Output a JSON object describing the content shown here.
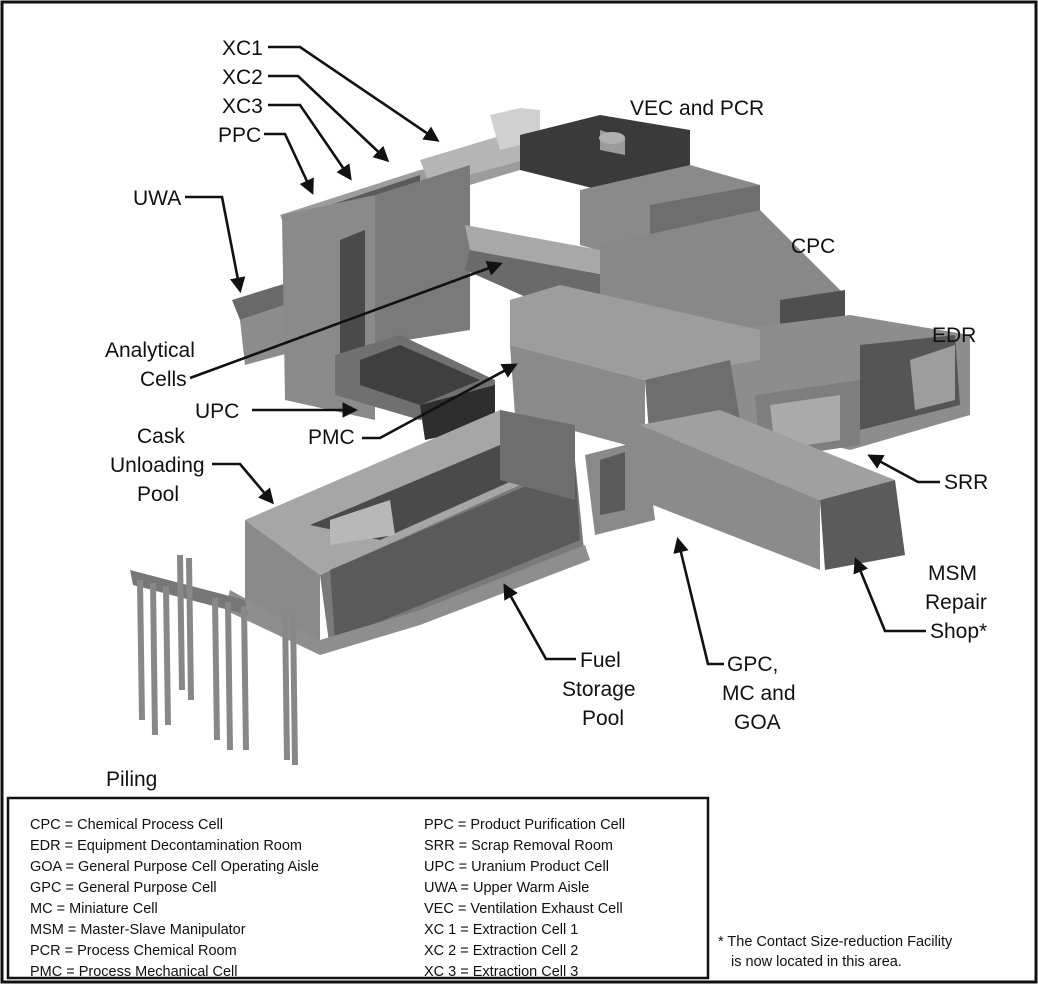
{
  "labels": {
    "xc1": "XC1",
    "xc2": "XC2",
    "xc3": "XC3",
    "ppc": "PPC",
    "uwa": "UWA",
    "vec_pcr": "VEC and PCR",
    "cpc": "CPC",
    "edr": "EDR",
    "analytical_1": "Analytical",
    "analytical_2": "Cells",
    "upc": "UPC",
    "pmc": "PMC",
    "cask_1": "Cask",
    "cask_2": "Unloading",
    "cask_3": "Pool",
    "srr": "SRR",
    "msm_1": "MSM",
    "msm_2": "Repair",
    "msm_3": "Shop*",
    "gpc_1": "GPC,",
    "gpc_2": "MC and",
    "gpc_3": "GOA",
    "fuel_1": "Fuel",
    "fuel_2": "Storage",
    "fuel_3": "Pool",
    "piling": "Piling"
  },
  "legend": {
    "left": [
      "CPC = Chemical Process Cell",
      "EDR = Equipment Decontamination Room",
      "GOA = General Purpose Cell Operating Aisle",
      "GPC = General Purpose Cell",
      "MC = Miniature Cell",
      "MSM = Master-Slave Manipulator",
      "PCR = Process Chemical Room",
      "PMC = Process Mechanical Cell"
    ],
    "right": [
      "PPC = Product Purification Cell",
      "SRR = Scrap Removal Room",
      "UPC = Uranium Product Cell",
      "UWA = Upper Warm Aisle",
      "VEC = Ventilation Exhaust Cell",
      "XC 1 = Extraction Cell 1",
      "XC 2 = Extraction Cell 2",
      "XC 3 = Extraction Cell 3"
    ]
  },
  "footnote": {
    "line1": "* The Contact Size-reduction Facility",
    "line2": "is now located in this area."
  },
  "colors": {
    "border": "#111111",
    "block_light": "#9a9a9a",
    "block_mid": "#7c7c7c",
    "block_dark": "#555555",
    "block_darker": "#3c3c3c"
  }
}
